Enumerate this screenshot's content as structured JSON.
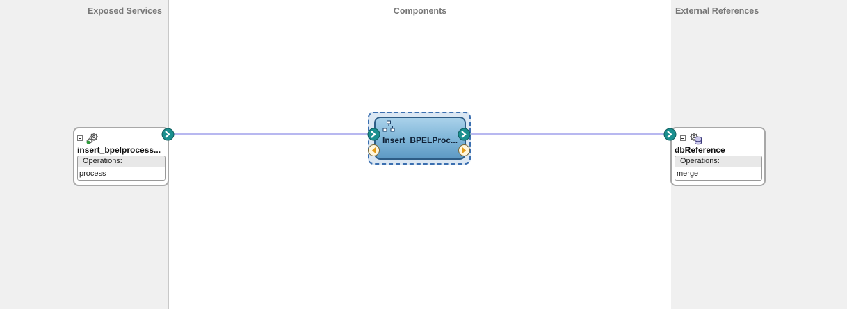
{
  "lanes": {
    "exposed_services": "Exposed Services",
    "components": "Components",
    "external_references": "External References"
  },
  "services": {
    "exposed": {
      "name": "insert_bpelprocess...",
      "operations_label": "Operations:",
      "operations": [
        "process"
      ]
    },
    "reference": {
      "name": "dbReference",
      "operations_label": "Operations:",
      "operations": [
        "merge"
      ]
    }
  },
  "component": {
    "name": "Insert_BPELProc..."
  },
  "colors": {
    "wire": "#b8b8f0",
    "port_teal": "#1a8f8f",
    "component_border": "#2e5d86",
    "selection_dash": "#3b6fb0"
  },
  "icons": {
    "service_icon": "gear-cluster-icon",
    "reference_icon": "db-adapter-icon",
    "component_icon": "bpel-process-icon",
    "port_icon": "chevron-port-icon",
    "callback_icon": "triangle-callback-icon"
  }
}
